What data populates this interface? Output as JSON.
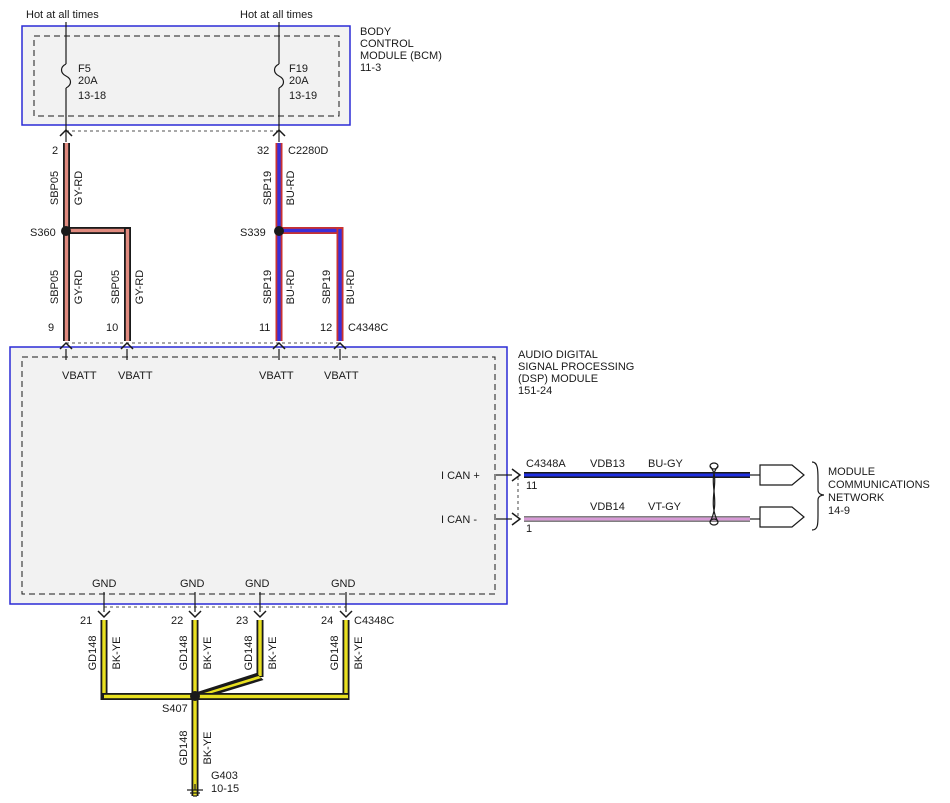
{
  "supply": {
    "left": "Hot at all times",
    "right": "Hot at all times"
  },
  "bcm": {
    "title": [
      "BODY",
      "CONTROL",
      "MODULE (BCM)"
    ],
    "ref": "11-3",
    "fuses": [
      {
        "name": "F5",
        "amps": "20A",
        "ref": "13-18"
      },
      {
        "name": "F19",
        "amps": "20A",
        "ref": "13-19"
      }
    ]
  },
  "bcm_pins": {
    "left": "2",
    "right": "32",
    "connector": "C2280D"
  },
  "circuits": {
    "sbp05": "SBP05",
    "gy_rd": "GY-RD",
    "sbp19": "SBP19",
    "bu_rd": "BU-RD",
    "gd148": "GD148",
    "bk_ye": "BK-YE"
  },
  "splices": {
    "s360": "S360",
    "s339": "S339",
    "s407": "S407"
  },
  "dsp_pins_top": [
    "9",
    "10",
    "11",
    "12"
  ],
  "dsp_connector_top": "C4348C",
  "dsp": {
    "title": [
      "AUDIO DIGITAL",
      "SIGNAL PROCESSING",
      "(DSP) MODULE"
    ],
    "ref": "151-24",
    "vbatt": [
      "VBATT",
      "VBATT",
      "VBATT",
      "VBATT"
    ],
    "gnd": [
      "GND",
      "GND",
      "GND",
      "GND"
    ],
    "ican_plus": "I CAN +",
    "ican_minus": "I CAN -"
  },
  "can": {
    "connector": "C4348A",
    "pin_hi": "11",
    "pin_lo": "1",
    "hi_circuit": "VDB13",
    "hi_color": "BU-GY",
    "lo_circuit": "VDB14",
    "lo_color": "VT-GY"
  },
  "network": {
    "title": [
      "MODULE",
      "COMMUNICATIONS",
      "NETWORK"
    ],
    "ref": "14-9"
  },
  "dsp_pins_bottom": [
    "21",
    "22",
    "23",
    "24"
  ],
  "dsp_connector_bottom": "C4348C",
  "ground": {
    "name": "G403",
    "ref": "10-15"
  },
  "colors": {
    "module_border": "#2b2bd6",
    "module_fill": "#f2f2f2",
    "gy_rd_core": "#e08a7f",
    "bu_rd_core": "#3a2fd8",
    "bu_gy": "#1f2fe0",
    "vt_gy": "#d79ad6",
    "bk_ye": "#e8e020",
    "wire_outline": "#1a1a1a"
  }
}
